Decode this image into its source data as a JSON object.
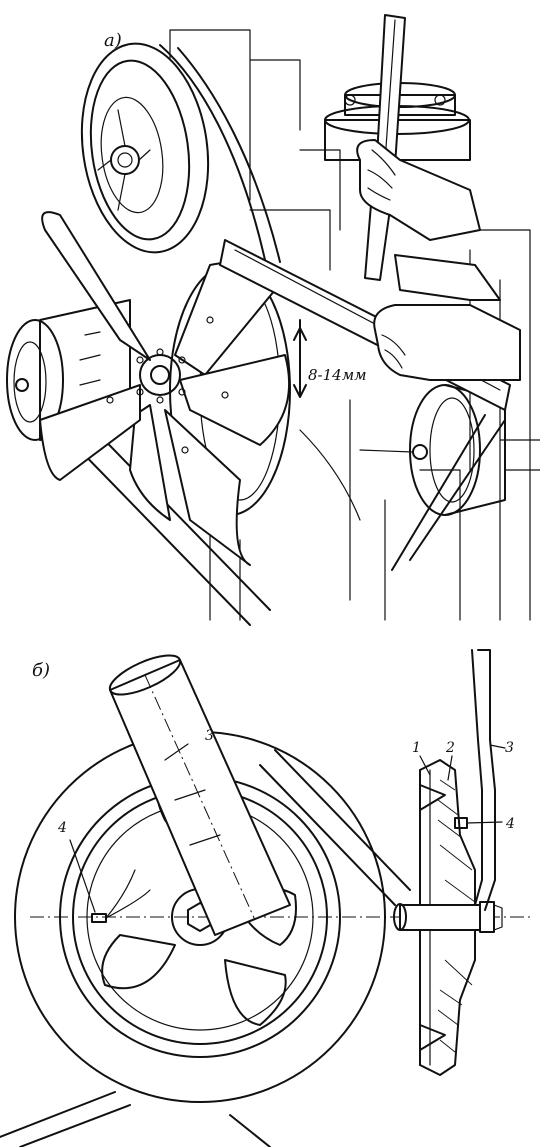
{
  "figure": {
    "panel_a_label": "а)",
    "panel_b_label": "б)",
    "measurement": "8-14мм",
    "callouts": {
      "part_1": "1",
      "part_2": "2",
      "part_3_left": "3",
      "part_3_right": "3",
      "part_4_left": "4",
      "part_4_right": "4"
    }
  }
}
